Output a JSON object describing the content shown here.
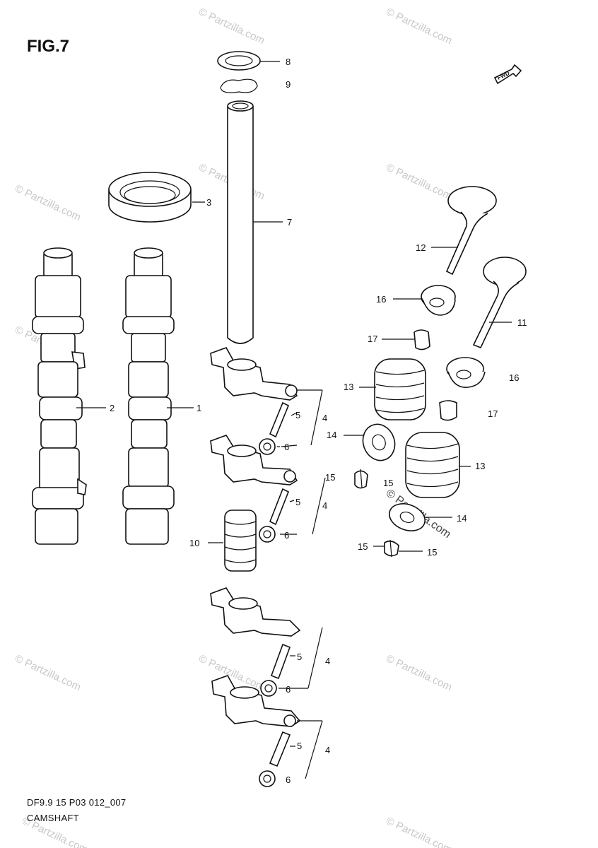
{
  "figure_title": "FIG.7",
  "footer": {
    "code": "DF9.9 15 P03 012_007",
    "name": "CAMSHAFT"
  },
  "front_marker_label": "FWD",
  "watermark": "© Partzilla.com",
  "callouts": {
    "p1": "1",
    "p2": "2",
    "p3": "3",
    "p4a": "4",
    "p4b": "4",
    "p4c": "4",
    "p4d": "4",
    "p5a": "5",
    "p5b": "5",
    "p5c": "5",
    "p5d": "5",
    "p6a": "6",
    "p6b": "6",
    "p6c": "6",
    "p6d": "6",
    "p7": "7",
    "p8": "8",
    "p9": "9",
    "p10": "10",
    "p11": "11",
    "p12": "12",
    "p13a": "13",
    "p13b": "13",
    "p14a": "14",
    "p14b": "14",
    "p15a": "15",
    "p15b": "15",
    "p15c": "15",
    "p15d": "15",
    "p16a": "16",
    "p16b": "16",
    "p17a": "17",
    "p17b": "17"
  }
}
